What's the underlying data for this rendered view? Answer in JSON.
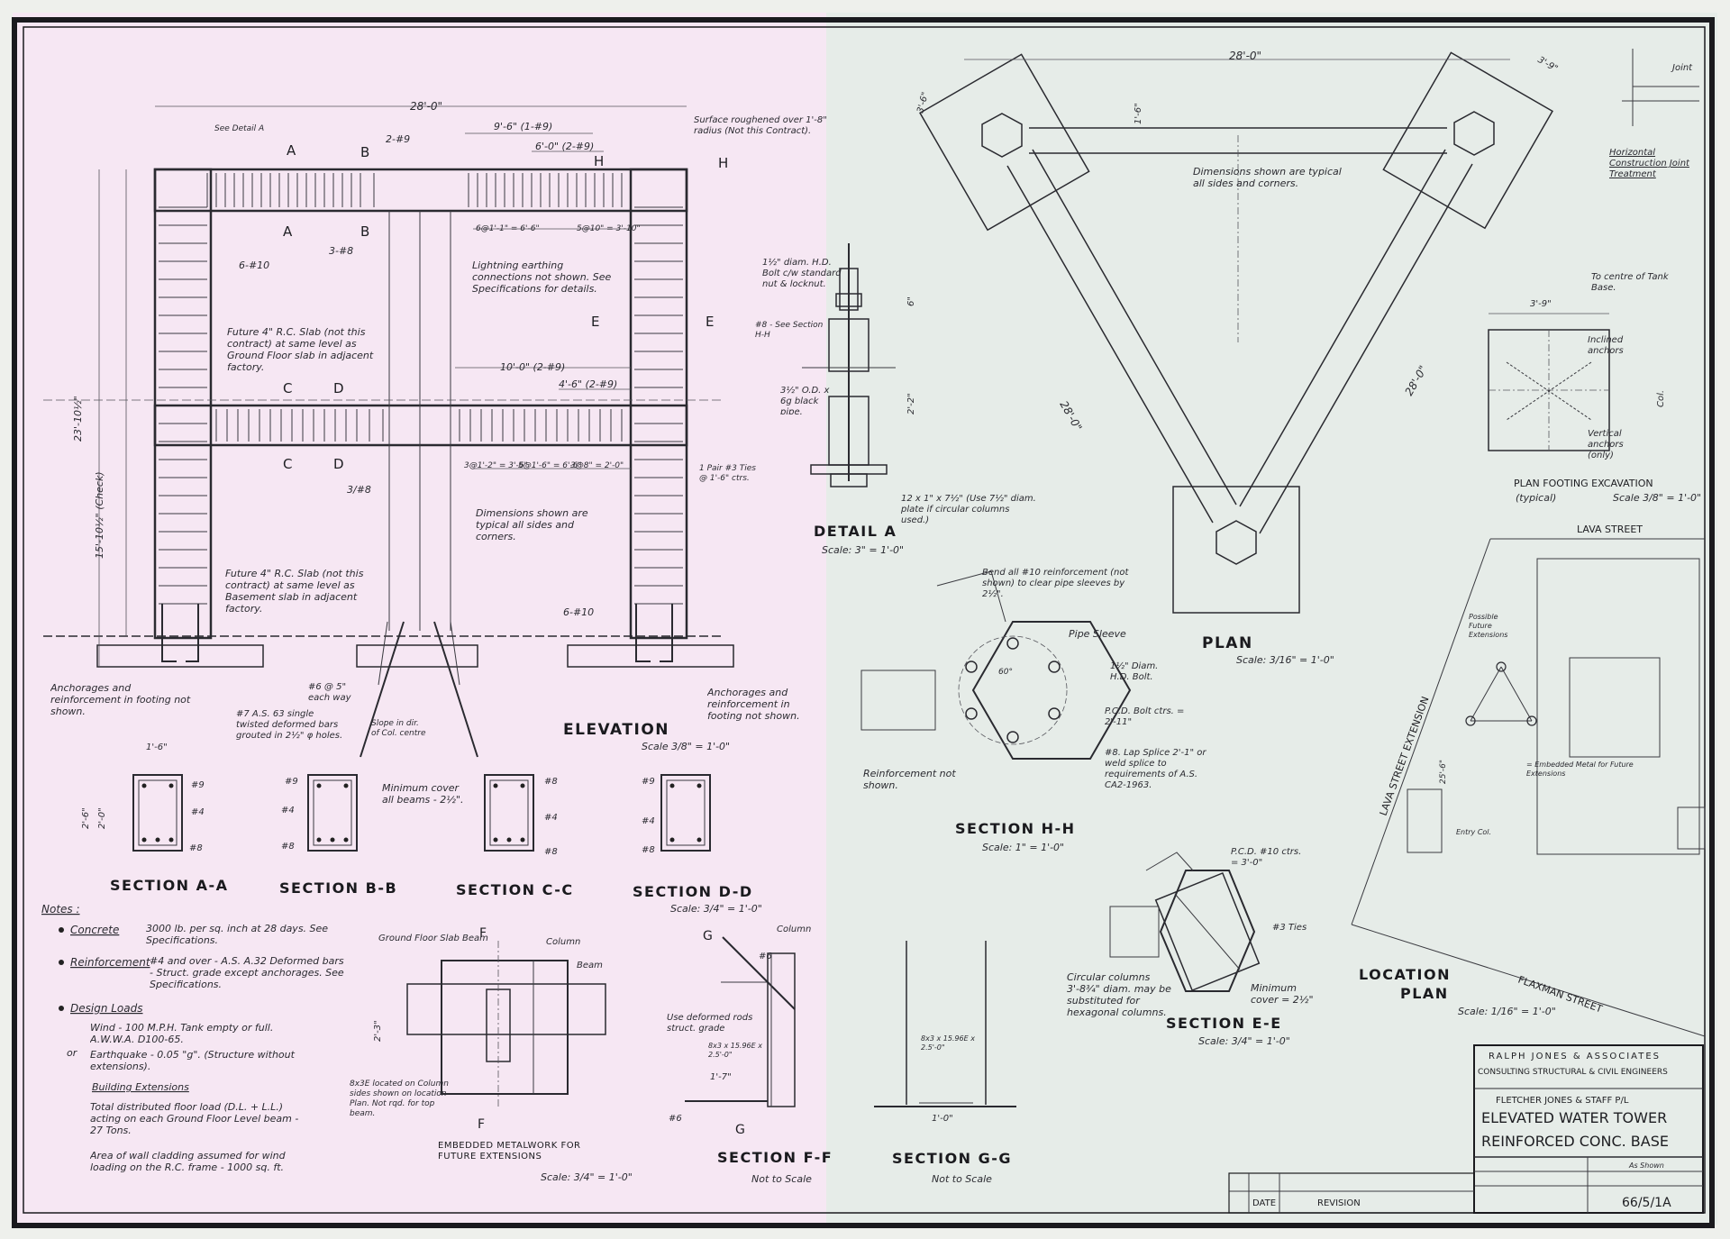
{
  "sheet": {
    "title_block": {
      "firm": "RALPH JONES & ASSOCIATES",
      "firm_sub": "CONSULTING STRUCTURAL & CIVIL ENGINEERS",
      "client": "FLETCHER JONES & STAFF P/L",
      "project_line1": "ELEVATED WATER TOWER",
      "project_line2": "REINFORCED CONC. BASE",
      "drawing_no": "66/5/1A",
      "scale_label": "As Shown",
      "date_label": "DATE",
      "revision_label": "REVISION"
    },
    "elevation": {
      "title": "ELEVATION",
      "scale": "Scale 3/8\" = 1'-0\"",
      "overall_width": "28'-0\"",
      "top_bar1": "9'-6\" (1-#9)",
      "top_bar2": "6'-0\" (2-#9)",
      "bar_2_9": "2-#9",
      "bar_3_8": "3-#8",
      "bar_6_10": "6-#10",
      "bar_6_10b": "6-#10",
      "bar_3_8b": "3/#8",
      "mid_bar1": "10'-0\" (2-#9)",
      "mid_bar2": "4'-6\" (2-#9)",
      "top_ties": "6@1'-1\" = 6'-6\"",
      "top_ties2": "5@10\" = 3'-10\"",
      "mid_ties": "3@1'-2\" = 3'-6\"",
      "mid_ties2": "5@1'-6\" = 6'-6\"",
      "mid_ties3": "3@8\" = 2'-0\"",
      "height": "23'-10½\"",
      "height2": "15'-10½\" (Check)",
      "see_detail": "See Detail A",
      "surface_note": "Surface roughened over 1'-8\" radius (Not this Contract).",
      "lightning_note": "Lightning earthing connections not shown. See Specifications for details.",
      "slab_note1": "Future 4\" R.C. Slab (not this contract) at same level as Ground Floor slab in adjacent factory.",
      "slab_note2": "Future 4\" R.C. Slab (not this contract) at same level as Basement slab in adjacent factory.",
      "dims_note": "Dimensions shown are typical all sides and corners.",
      "ties_note": "1 Pair #3 Ties @ 1'-6\" ctrs.",
      "anchor_note_l": "Anchorages and reinforcement in footing not shown.",
      "anchor_note_r": "Anchorages and reinforcement in footing not shown.",
      "mesh_note": "#6 @ 5\" each way",
      "bars_note": "#7 A.S. 63 single twisted deformed bars grouted in 2½\" φ holes.",
      "slope_note": "Slope in dir. of Col. centre",
      "section_marks": [
        "A",
        "A",
        "B",
        "B",
        "C",
        "C",
        "D",
        "D",
        "E",
        "E",
        "H",
        "H"
      ]
    },
    "sections": [
      {
        "title": "SECTION A-A",
        "bars": [
          "#9",
          "#4",
          "#8"
        ]
      },
      {
        "title": "SECTION B-B",
        "bars": [
          "#9",
          "#4",
          "#8"
        ]
      },
      {
        "title": "SECTION C-C",
        "bars": [
          "#8",
          "#4",
          "#8"
        ]
      },
      {
        "title": "SECTION D-D",
        "bars": [
          "#9",
          "#4",
          "#8"
        ],
        "scale": "Scale: 3/4\" = 1'-0\""
      }
    ],
    "section_dims": {
      "w": "1'-6\"",
      "h1": "2'-6\"",
      "h2": "2'-0\""
    },
    "min_cover_note": "Minimum cover all beams - 2½\".",
    "notes": {
      "heading": "Notes :",
      "items": [
        {
          "label": "Concrete",
          "text": "3000 lb. per sq. inch at 28 days. See Specifications."
        },
        {
          "label": "Reinforcement",
          "text": "#4 and over - A.S. A.32 Deformed bars - Struct. grade except anchorages. See Specifications."
        },
        {
          "label": "Design Loads",
          "text": ""
        }
      ],
      "wind": "Wind - 100 M.P.H. Tank empty or full. A.W.W.A. D100-65.",
      "or": "or",
      "earthquake": "Earthquake - 0.05 \"g\". (Structure without extensions).",
      "building_ext": "Building Extensions",
      "floor_load": "Total distributed floor load (D.L. + L.L.) acting on each Ground Floor Level beam - 27 Tons.",
      "wall_clad": "Area of wall cladding assumed for wind loading on the R.C. frame - 1000 sq. ft."
    },
    "embedded": {
      "title": "EMBEDDED METALWORK FOR FUTURE EXTENSIONS",
      "scale": "Scale: 3/4\" = 1'-0\"",
      "ground_floor": "Ground Floor Slab Beam",
      "column": "Column",
      "beam": "Beam",
      "plate_note": "8x3E located on Column sides shown on location Plan. Not rqd. for top beam.",
      "dim": "2'-3\"",
      "mark_F": "F"
    },
    "section_ff": {
      "title": "SECTION F-F",
      "scale": "Not to Scale",
      "note": "Use deformed rods struct. grade",
      "plate": "8x3 x 15.96E x 2.5'-0\"",
      "bar": "#6",
      "bar2": "#6",
      "dim": "1'-7\""
    },
    "section_gg": {
      "title": "SECTION G-G",
      "scale": "Not to Scale",
      "plate": "8x3 x 15.96E x 2.5'-0\"",
      "dim": "1'-0\"",
      "column": "Column"
    },
    "detail_a": {
      "title": "DETAIL A",
      "scale": "Scale: 3\" = 1'-0\"",
      "bolt_note": "1½\" diam. H.D. Bolt c/w standard nut & locknut.",
      "section_ref": "#8 - See Section H-H",
      "pipe_note": "3½\" O.D. x 6g black pipe.",
      "plate_note": "12 x 1\" x 7½\" (Use 7½\" diam. plate if circular columns used.)",
      "dim1": "6\"",
      "dim2": "2'-2\""
    },
    "plan": {
      "title": "PLAN",
      "scale": "Scale: 3/16\" = 1'-0\"",
      "overall": "28'-0\"",
      "side1": "28'-0\"",
      "side2": "28'-0\"",
      "note": "Dimensions shown are typical all sides and corners.",
      "dim_a": "3'-6\"",
      "dim_b": "3'-9\"",
      "dim_c": "1'-6\""
    },
    "footing": {
      "title": "PLAN FOOTING EXCAVATION",
      "subtitle": "(typical)",
      "scale": "Scale 3/8\" = 1'-0\"",
      "to_centre": "To centre of Tank Base.",
      "inclined": "Inclined anchors",
      "vertical": "Vertical anchors (only)",
      "dim": "3'-9\"",
      "col": "Col."
    },
    "joint": {
      "title": "Horizontal Construction Joint Treatment",
      "joint_lbl": "Joint"
    },
    "section_hh": {
      "title": "SECTION H-H",
      "scale": "Scale: 1\" = 1'-0\"",
      "bend_note": "Bend all #10 reinforcement (not shown) to clear pipe sleeves by 2½\".",
      "pipe_sleeve": "Pipe Sleeve",
      "bolt": "1½\" Diam. H.D. Bolt.",
      "pcd": "P.C.D. Bolt ctrs. = 2'-11\"",
      "lap": "#8. Lap Splice 2'-1\" or weld splice to requirements of A.S. CA2-1963.",
      "reinf": "Reinforcement not shown.",
      "angle": "60°"
    },
    "section_ee": {
      "title": "SECTION E-E",
      "scale": "Scale: 3/4\" = 1'-0\"",
      "ties": "#3 Ties",
      "pcd": "P.C.D. #10 ctrs. = 3'-0\"",
      "circular": "Circular columns 3'-8¾\" diam. may be substituted for hexagonal columns.",
      "cover": "Minimum cover = 2½\""
    },
    "location": {
      "title1": "LOCATION",
      "title2": "PLAN",
      "scale": "Scale: 1/16\" = 1'-0\"",
      "street1": "LAVA STREET",
      "street2": "LAVA STREET EXTENSION",
      "street3": "FLAXMAN STREET",
      "possible": "Possible Future Extensions",
      "embedded": "= Embedded Metal for Future Extensions",
      "entry": "Entry Col.",
      "dim": "25'-6\""
    }
  }
}
